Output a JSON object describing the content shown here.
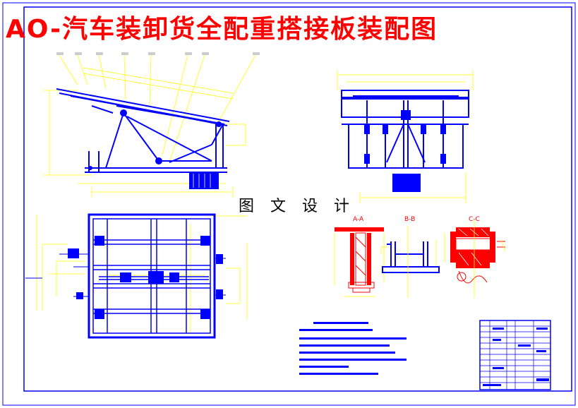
{
  "drawing": {
    "title": "AO-汽车装卸货全配重搭接板装配图",
    "caption": "图 文 设 计",
    "section_labels": [
      "A-A",
      "B-B",
      "C-C"
    ]
  },
  "colors": {
    "title": "#ff0000",
    "structure": "#0000ff",
    "dimension": "#ffff00",
    "section_hatch": "#ff0000",
    "frame": "#0000ff",
    "caption": "#000000"
  }
}
